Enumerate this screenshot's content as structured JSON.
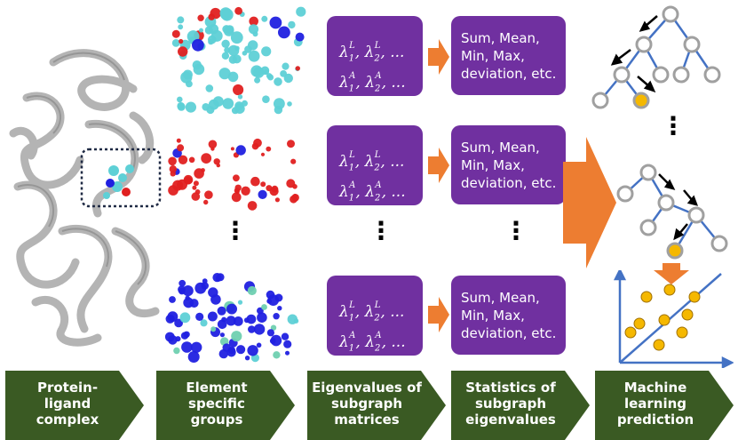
{
  "stages": [
    {
      "label": "Protein-\nligand\ncomplex"
    },
    {
      "label": "Element\nspecific\ngroups"
    },
    {
      "label": "Eigenvalues of\nsubgraph\nmatrices"
    },
    {
      "label": "Statistics of\nsubgraph\neigenvalues"
    },
    {
      "label": "Machine\nlearning\nprediction"
    }
  ],
  "eigen_box": {
    "line1": {
      "sym": "λ",
      "sub1": "1",
      "sub2": "2",
      "sup": "L",
      "tail": ", ..."
    },
    "line2": {
      "sym": "λ",
      "sub1": "1",
      "sub2": "2",
      "sup": "A",
      "tail": ", ..."
    }
  },
  "stat_box": {
    "lines": [
      "Sum, Mean,",
      "Min, Max,",
      "deviation, etc."
    ]
  },
  "colors": {
    "purple": "#7030a0",
    "orange": "#ed7d31",
    "green": "#3a5a23",
    "cyan": "#5ed0d6",
    "red": "#e02020",
    "blue": "#2020e0",
    "tree_node_fill": "#ffffff",
    "tree_node_stroke": "#a0a0a0",
    "tree_leaf": "#f5b800",
    "tree_edge": "#4472c4",
    "protein_gray": "#b8b8b8"
  },
  "icons": [
    "protein-ribbon-image",
    "binding-site-box",
    "atom-cloud-cyan",
    "atom-cloud-red",
    "atom-cloud-blue",
    "orange-arrow",
    "decision-tree",
    "scatter-plot"
  ]
}
